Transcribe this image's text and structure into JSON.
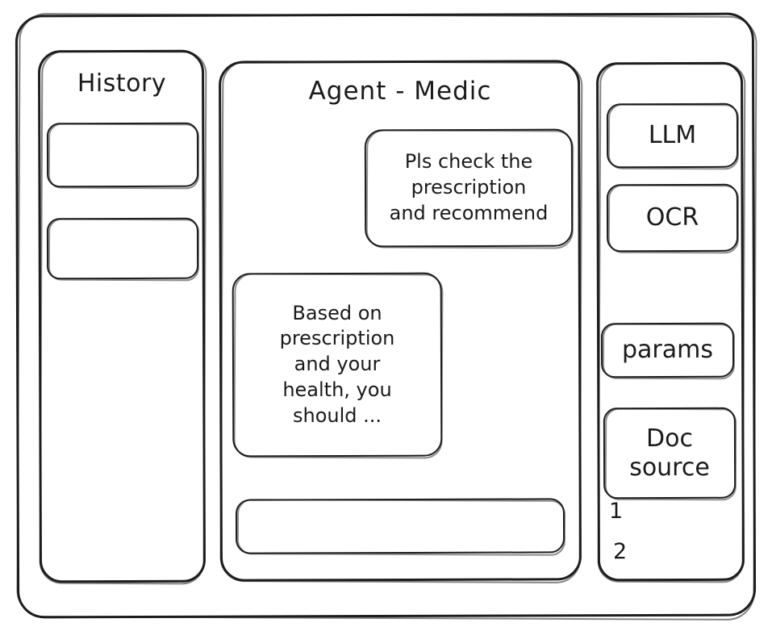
{
  "window": {
    "name": "agent-medic-wireframe"
  },
  "history": {
    "title": "History",
    "items": [
      {
        "label": ""
      },
      {
        "label": ""
      }
    ]
  },
  "main": {
    "title": "Agent - Medic",
    "messages": [
      {
        "role": "user",
        "text": "Pls check the\nprescription\nand recommend"
      },
      {
        "role": "assistant",
        "text": "Based on\nprescription\nand your\nhealth, you\nshould ..."
      }
    ],
    "composer": {
      "value": "",
      "placeholder": ""
    }
  },
  "tools": {
    "cards": [
      {
        "label": "LLM"
      },
      {
        "label": "OCR"
      },
      {
        "label": "params"
      },
      {
        "label": "Doc\nsource"
      }
    ],
    "doc_source_items": [
      {
        "label": "1"
      },
      {
        "label": "2"
      }
    ]
  },
  "style": {
    "ink": "#1d1d1d",
    "paper": "#ffffff"
  }
}
